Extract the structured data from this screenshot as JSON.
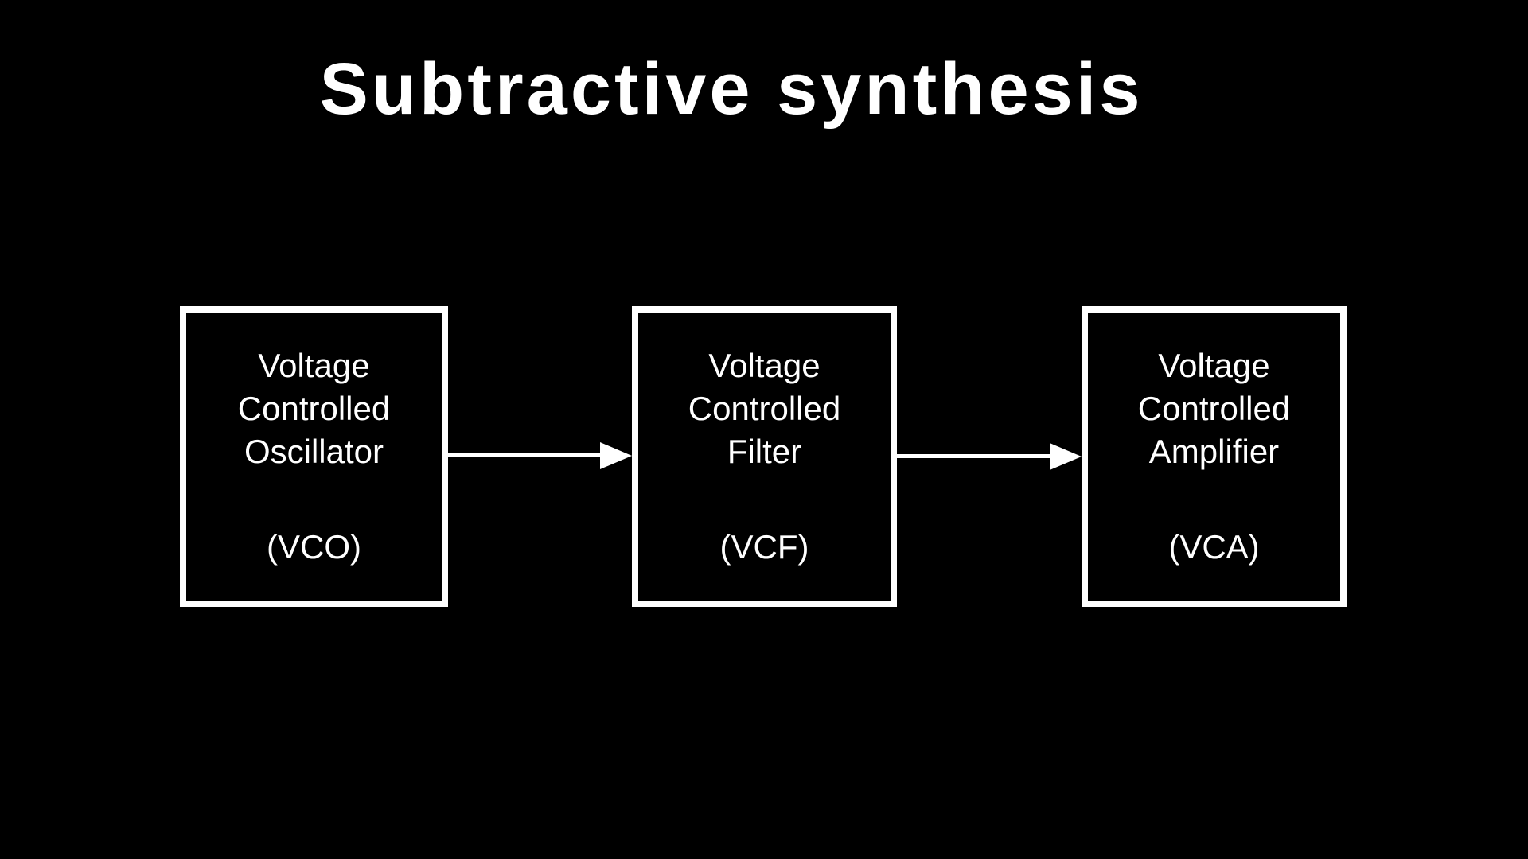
{
  "slide": {
    "title": "Subtractive synthesis"
  },
  "diagram": {
    "boxes": [
      {
        "id": "vco",
        "name": "Voltage\nControlled\nOscillator",
        "abbr": "(VCO)"
      },
      {
        "id": "vcf",
        "name": "Voltage\nControlled\nFilter",
        "abbr": "(VCF)"
      },
      {
        "id": "vca",
        "name": "Voltage\nControlled\nAmplifier",
        "abbr": "(VCA)"
      }
    ],
    "connections": [
      {
        "from": "(VCO)",
        "to": "(VCF)"
      },
      {
        "from": "(VCF)",
        "to": "(VCA)"
      }
    ]
  },
  "colors": {
    "background": "#000000",
    "foreground": "#ffffff"
  }
}
